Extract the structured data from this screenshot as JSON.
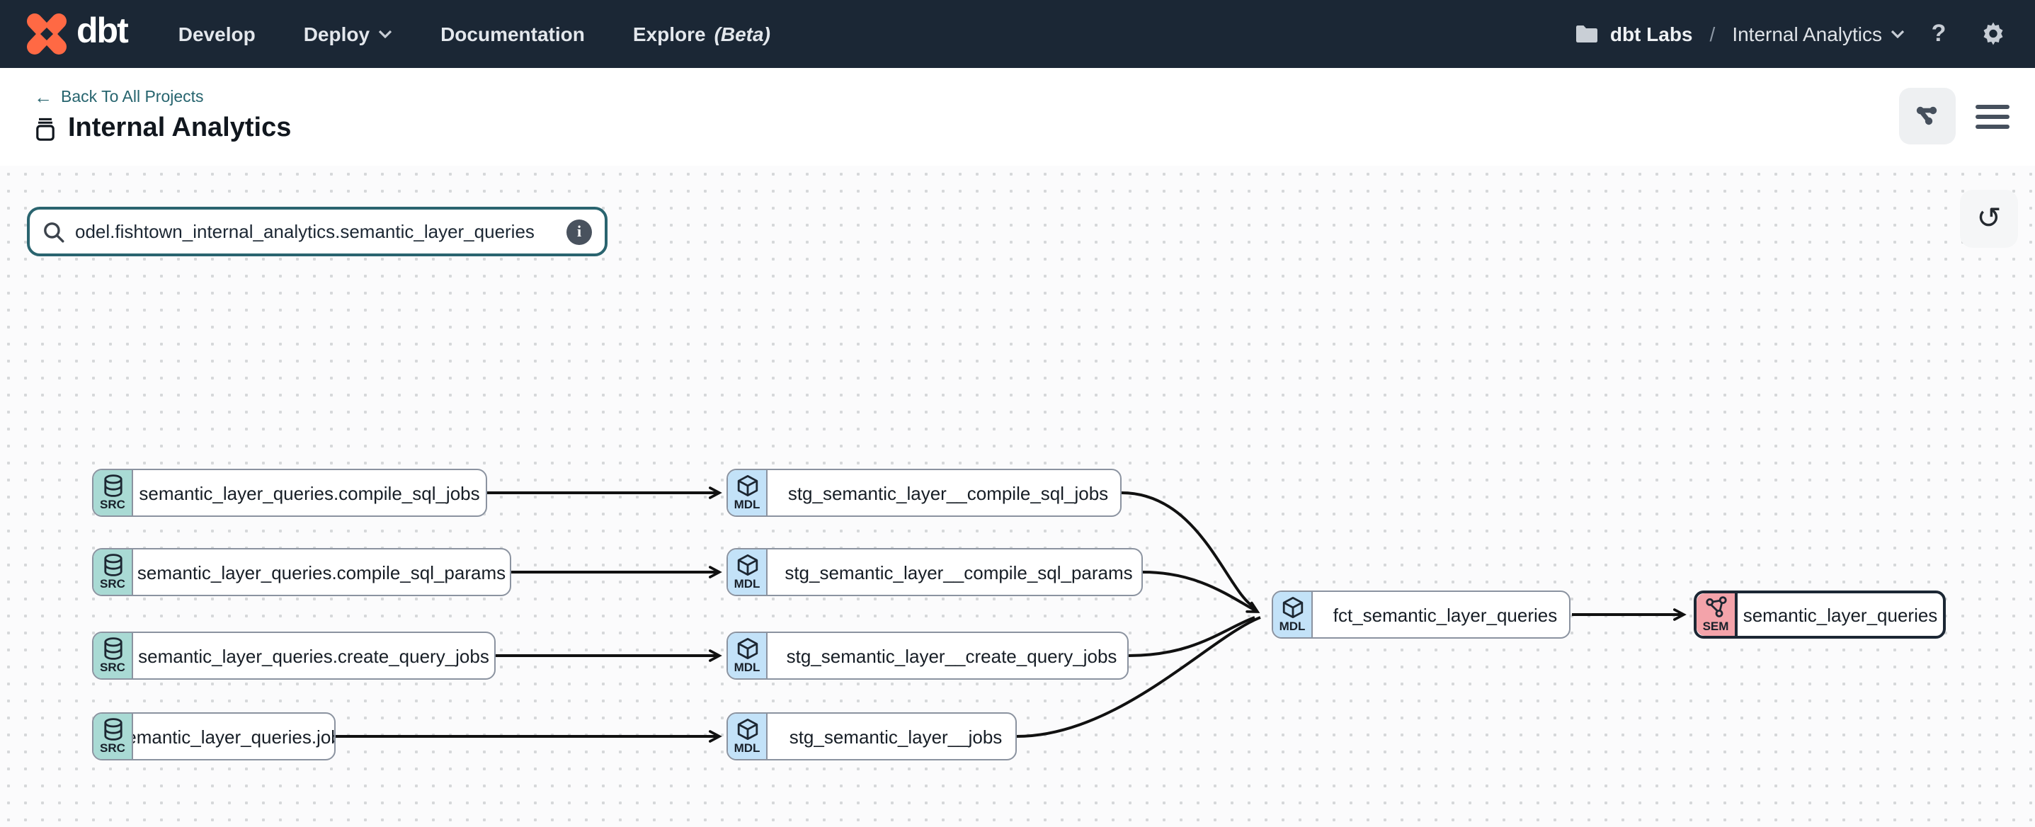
{
  "navbar": {
    "brand": "dbt",
    "items": [
      {
        "label": "Develop"
      },
      {
        "label": "Deploy"
      },
      {
        "label": "Documentation"
      },
      {
        "label": "Explore",
        "suffix": "(Beta)"
      }
    ],
    "account": "dbt Labs",
    "separator": "/",
    "project": "Internal Analytics"
  },
  "icons": {
    "help": "?",
    "back_arrow": "←",
    "reset": "↺"
  },
  "header": {
    "back_link": "Back To All Projects",
    "title": "Internal Analytics"
  },
  "toolbar": {
    "search_value": "odel.fishtown_internal_analytics.semantic_layer_queries",
    "info_label": "i"
  },
  "graph": {
    "nodes": [
      {
        "badge": "SRC",
        "type": "source",
        "label": "semantic_layer_queries.compile_sql_jobs"
      },
      {
        "badge": "SRC",
        "type": "source",
        "label": "semantic_layer_queries.compile_sql_params"
      },
      {
        "badge": "SRC",
        "type": "source",
        "label": "semantic_layer_queries.create_query_jobs"
      },
      {
        "badge": "SRC",
        "type": "source",
        "label": "semantic_layer_queries.jobs"
      },
      {
        "badge": "MDL",
        "type": "model",
        "label": "stg_semantic_layer__compile_sql_jobs"
      },
      {
        "badge": "MDL",
        "type": "model",
        "label": "stg_semantic_layer__compile_sql_params"
      },
      {
        "badge": "MDL",
        "type": "model",
        "label": "stg_semantic_layer__create_query_jobs"
      },
      {
        "badge": "MDL",
        "type": "model",
        "label": "stg_semantic_layer__jobs"
      },
      {
        "badge": "MDL",
        "type": "model",
        "label": "fct_semantic_layer_queries"
      },
      {
        "badge": "SEM",
        "type": "semantic",
        "label": "semantic_layer_queries",
        "selected": true
      }
    ],
    "colors": {
      "source_badge": "#a9dad4",
      "model_badge": "#c3e2f8",
      "semantic_badge": "#f3a3aa",
      "node_border": "#8b93a0",
      "selected_border": "#1c2734",
      "edge": "#111111",
      "accent_teal": "#26646e",
      "navbar_bg": "#1b2735",
      "brand_orange": "#ff6944"
    }
  }
}
